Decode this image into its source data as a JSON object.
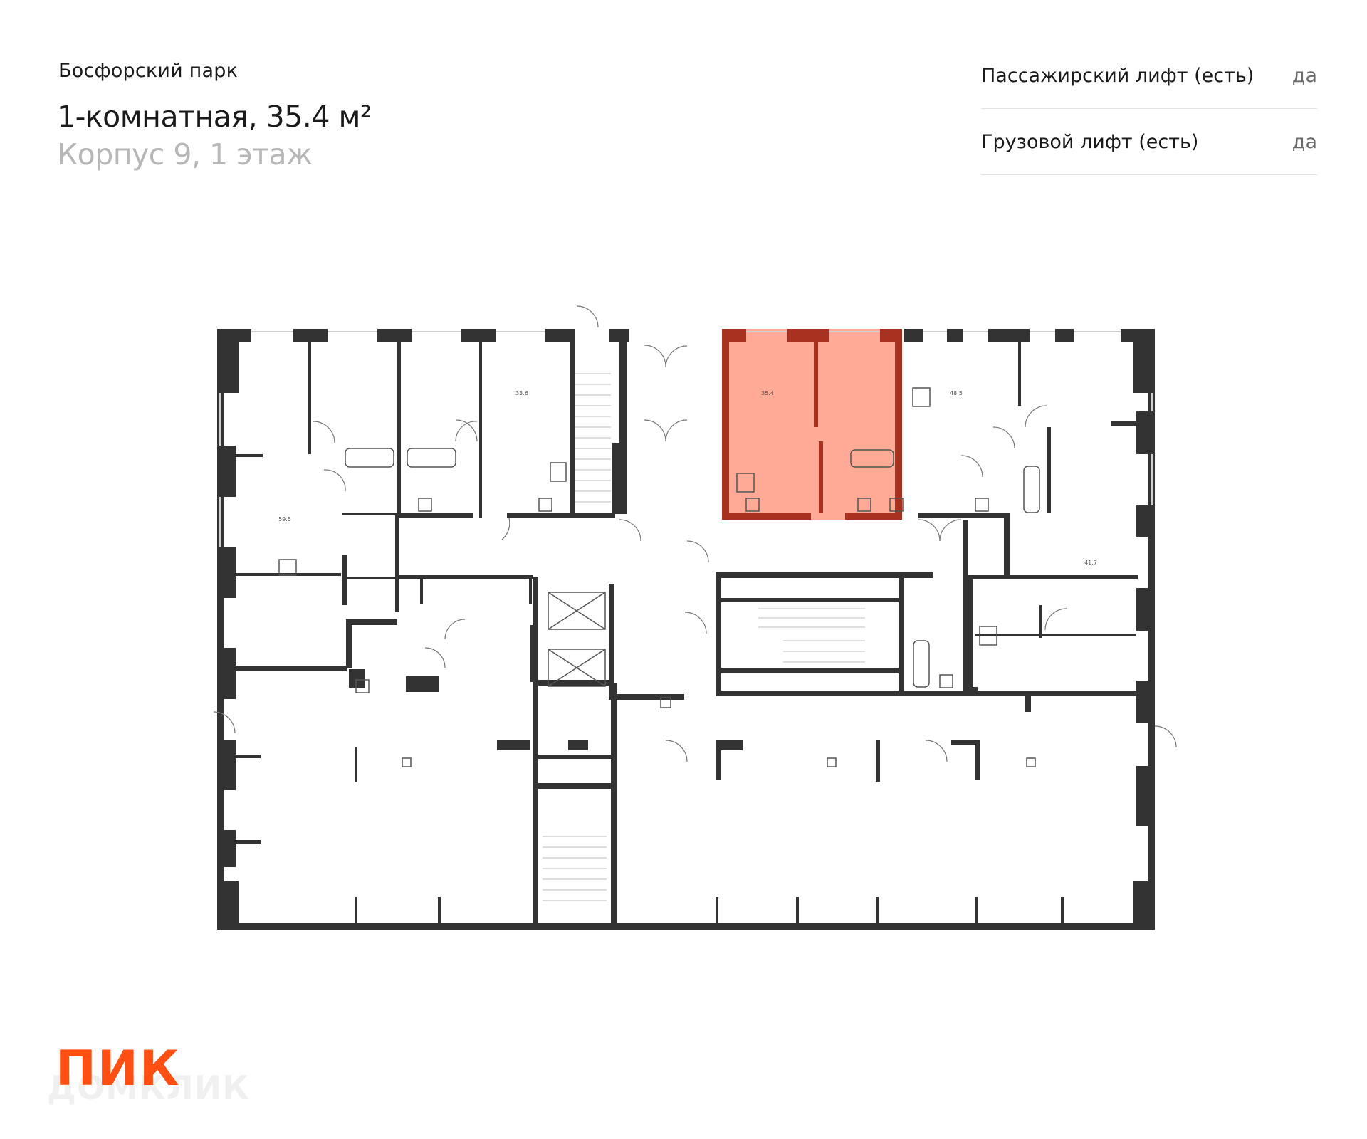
{
  "header": {
    "project_name": "Босфорский парк",
    "flat_title": "1-комнатная, 35.4 м²",
    "flat_subtitle": "Корпус 9, 1 этаж"
  },
  "features": [
    {
      "label": "Пассажирский лифт (есть)",
      "value": "да"
    },
    {
      "label": "Грузовой лифт (есть)",
      "value": "да"
    }
  ],
  "plan": {
    "area_labels": [
      "33.6",
      "35.4",
      "48.5",
      "59.5",
      "41.7"
    ],
    "highlight_color": "#ffaa96",
    "highlight_border_color": "#a8321f",
    "wall_color": "#333333"
  },
  "brand": {
    "logo_text": "ПИК",
    "logo_color": "#ff4f12",
    "watermark_text": "ДОМКЛИК"
  }
}
